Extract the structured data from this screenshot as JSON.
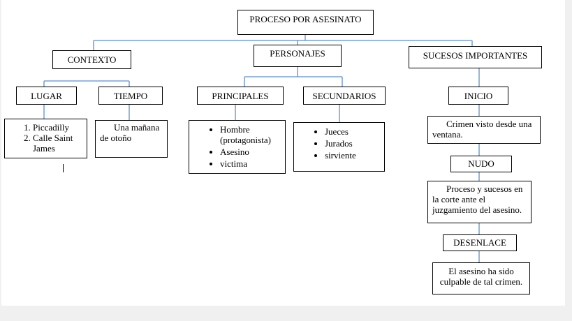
{
  "diagram": {
    "root": "PROCESO POR ASESINATO",
    "contexto": {
      "label": "CONTEXTO",
      "lugar": {
        "label": "LUGAR",
        "items": [
          "Piccadilly",
          "Calle Saint James"
        ]
      },
      "tiempo": {
        "label": "TIEMPO",
        "text": "Una mañana de otoño"
      }
    },
    "personajes": {
      "label": "PERSONAJES",
      "principales": {
        "label": "PRINCIPALES",
        "items": [
          "Hombre (protagonista)",
          "Asesino",
          "victima"
        ]
      },
      "secundarios": {
        "label": "SECUNDARIOS",
        "items": [
          "Jueces",
          "Jurados",
          "sirviente"
        ]
      }
    },
    "sucesos": {
      "label": "SUCESOS IMPORTANTES",
      "inicio": {
        "label": "INICIO",
        "text": "Crimen visto desde una ventana."
      },
      "nudo": {
        "label": "NUDO",
        "text": "Proceso y sucesos en la corte ante el juzgamiento del asesino."
      },
      "desenlace": {
        "label": "DESENLACE",
        "text": "El asesino ha sido culpable de tal crimen."
      }
    }
  },
  "colors": {
    "connector": "#5b8fd0",
    "border": "#000000",
    "page": "#ffffff",
    "background": "#f0f0f0"
  }
}
